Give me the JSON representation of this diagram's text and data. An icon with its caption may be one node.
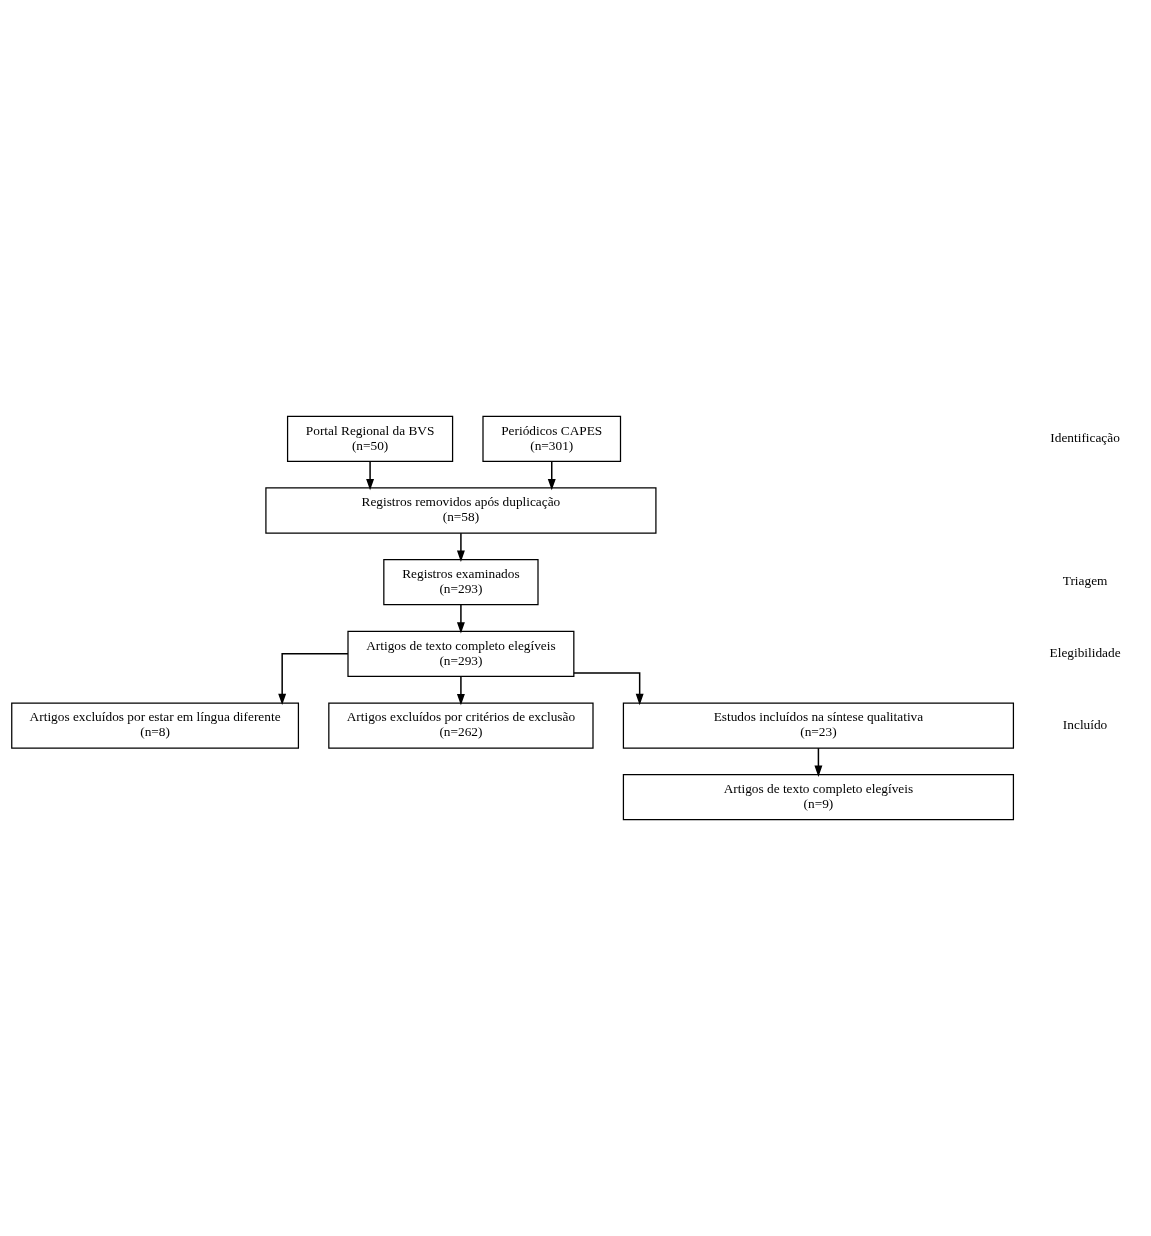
{
  "diagram": {
    "nodes": [
      {
        "text": [
          "Portal Regional da BVS",
          "(n=50)"
        ]
      },
      {
        "text": [
          "Periódicos CAPES",
          "(n=301)"
        ]
      },
      {
        "text": [
          "Registros removidos após duplicação",
          "(n=58)"
        ]
      },
      {
        "text": [
          "Registros examinados",
          "(n=293)"
        ]
      },
      {
        "text": [
          "Artigos de texto completo elegíveis",
          "(n=293)"
        ]
      },
      {
        "text": [
          "Artigos excluídos por estar em língua diferente",
          "(n=8)"
        ]
      },
      {
        "text": [
          "Artigos excluídos por critérios de exclusão",
          "(n=262)"
        ]
      },
      {
        "text": [
          "Estudos incluídos na síntese qualitativa",
          "(n=23)"
        ]
      },
      {
        "text": [
          "Artigos de texto completo elegíveis",
          "(n=9)"
        ]
      }
    ],
    "edges": [
      {
        "from": 0,
        "to": 2,
        "arrow": "to"
      },
      {
        "from": 1,
        "to": 2,
        "arrow": "to"
      },
      {
        "from": 2,
        "to": 3,
        "arrow": "to"
      },
      {
        "from": 3,
        "to": 4,
        "arrow": "to"
      },
      {
        "from": 4,
        "to": 5,
        "arrow": "to"
      },
      {
        "from": 4,
        "to": 6,
        "arrow": "to"
      },
      {
        "from": 4,
        "to": 7,
        "arrow": "to"
      },
      {
        "from": 7,
        "to": 8,
        "arrow": "to"
      }
    ],
    "labels": [
      "Identificação",
      "Triagem",
      "Elegibilidade",
      "Incluído"
    ]
  }
}
